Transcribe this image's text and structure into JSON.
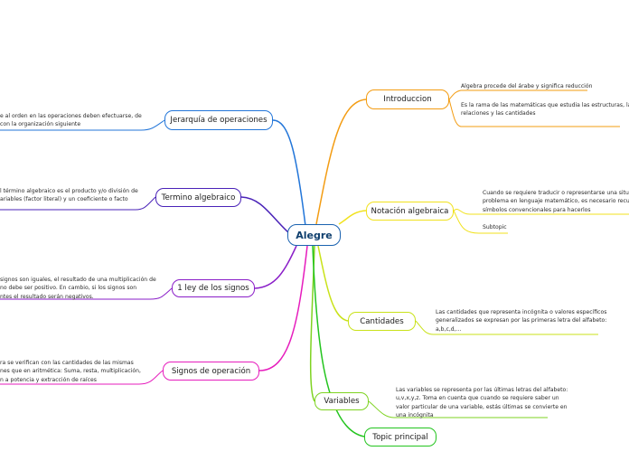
{
  "colors": {
    "root": "#1a62b0",
    "introduccion": "#f39c12",
    "notacion": "#f1e21e",
    "cantidades": "#c9e21a",
    "variables": "#7ed321",
    "topic_principal": "#23c41e",
    "jerarquia": "#2376d9",
    "termino": "#4a23b8",
    "ley": "#8a1ec8",
    "signos": "#e61dbd"
  },
  "root": {
    "label": "Alegre"
  },
  "branches": {
    "introduccion": {
      "label": "Introduccion",
      "subtopics": [
        {
          "lines": [
            "Algebra procede del árabe y significa reducción"
          ]
        },
        {
          "lines": [
            "Es la  rama de las matemáticas que estudia las estructuras, las",
            "relaciones y las cantidades"
          ]
        }
      ]
    },
    "notacion": {
      "label": "Notación algebraica",
      "subtopics": [
        {
          "lines": [
            "Cuando se requiere traducir o representarse una situación",
            "problema en lenguaje matemático, es necesario recurrir a",
            "símbolos convencionales para hacerlos"
          ]
        },
        {
          "lines": [
            "Subtopic"
          ]
        }
      ]
    },
    "cantidades": {
      "label": "Cantidades",
      "subtopics": [
        {
          "lines": [
            "Las cantidades que representa incógnita o valores específicos",
            "generalizados se expresan por las primeras letra del alfabeto:",
            "a,b,c,d,..."
          ]
        }
      ]
    },
    "variables": {
      "label": "Variables",
      "subtopics": [
        {
          "lines": [
            "Las variables se representa por las últimas letras del alfabeto:",
            "u,v,x,y,z. Toma en cuenta que cuando se requiere saber un",
            "valor particular de una variable, estás últimas se convierte en",
            "una incógnita"
          ]
        }
      ]
    },
    "topic_principal": {
      "label": "Topic principal"
    },
    "jerarquia": {
      "label": "Jerarquía de operaciones",
      "subtopics": [
        {
          "lines": [
            "e al orden en las operaciones deben efectuarse, de",
            "con la organización siguiente"
          ]
        }
      ]
    },
    "termino": {
      "label": "Termino algebraico",
      "subtopics": [
        {
          "lines": [
            "l término algebraico es el producto y/o división de",
            "ariables (factor literal) y un coeficiente o facto"
          ]
        }
      ]
    },
    "ley": {
      "label": "1 ley de los signos",
      "subtopics": [
        {
          "lines": [
            "signos son iguales, el resultado de una multiplicación de",
            "no debe ser positivo. En cambio, si los signos son",
            "ntes el resultado serán negativos."
          ]
        }
      ]
    },
    "signos": {
      "label": "Signos de operación",
      "subtopics": [
        {
          "lines": [
            "ra se verifican con las cantidades de las mismas",
            "nes que en aritmética: Suma, resta, multiplicación,",
            "n a potencia y extracción de raíces"
          ]
        }
      ]
    }
  }
}
